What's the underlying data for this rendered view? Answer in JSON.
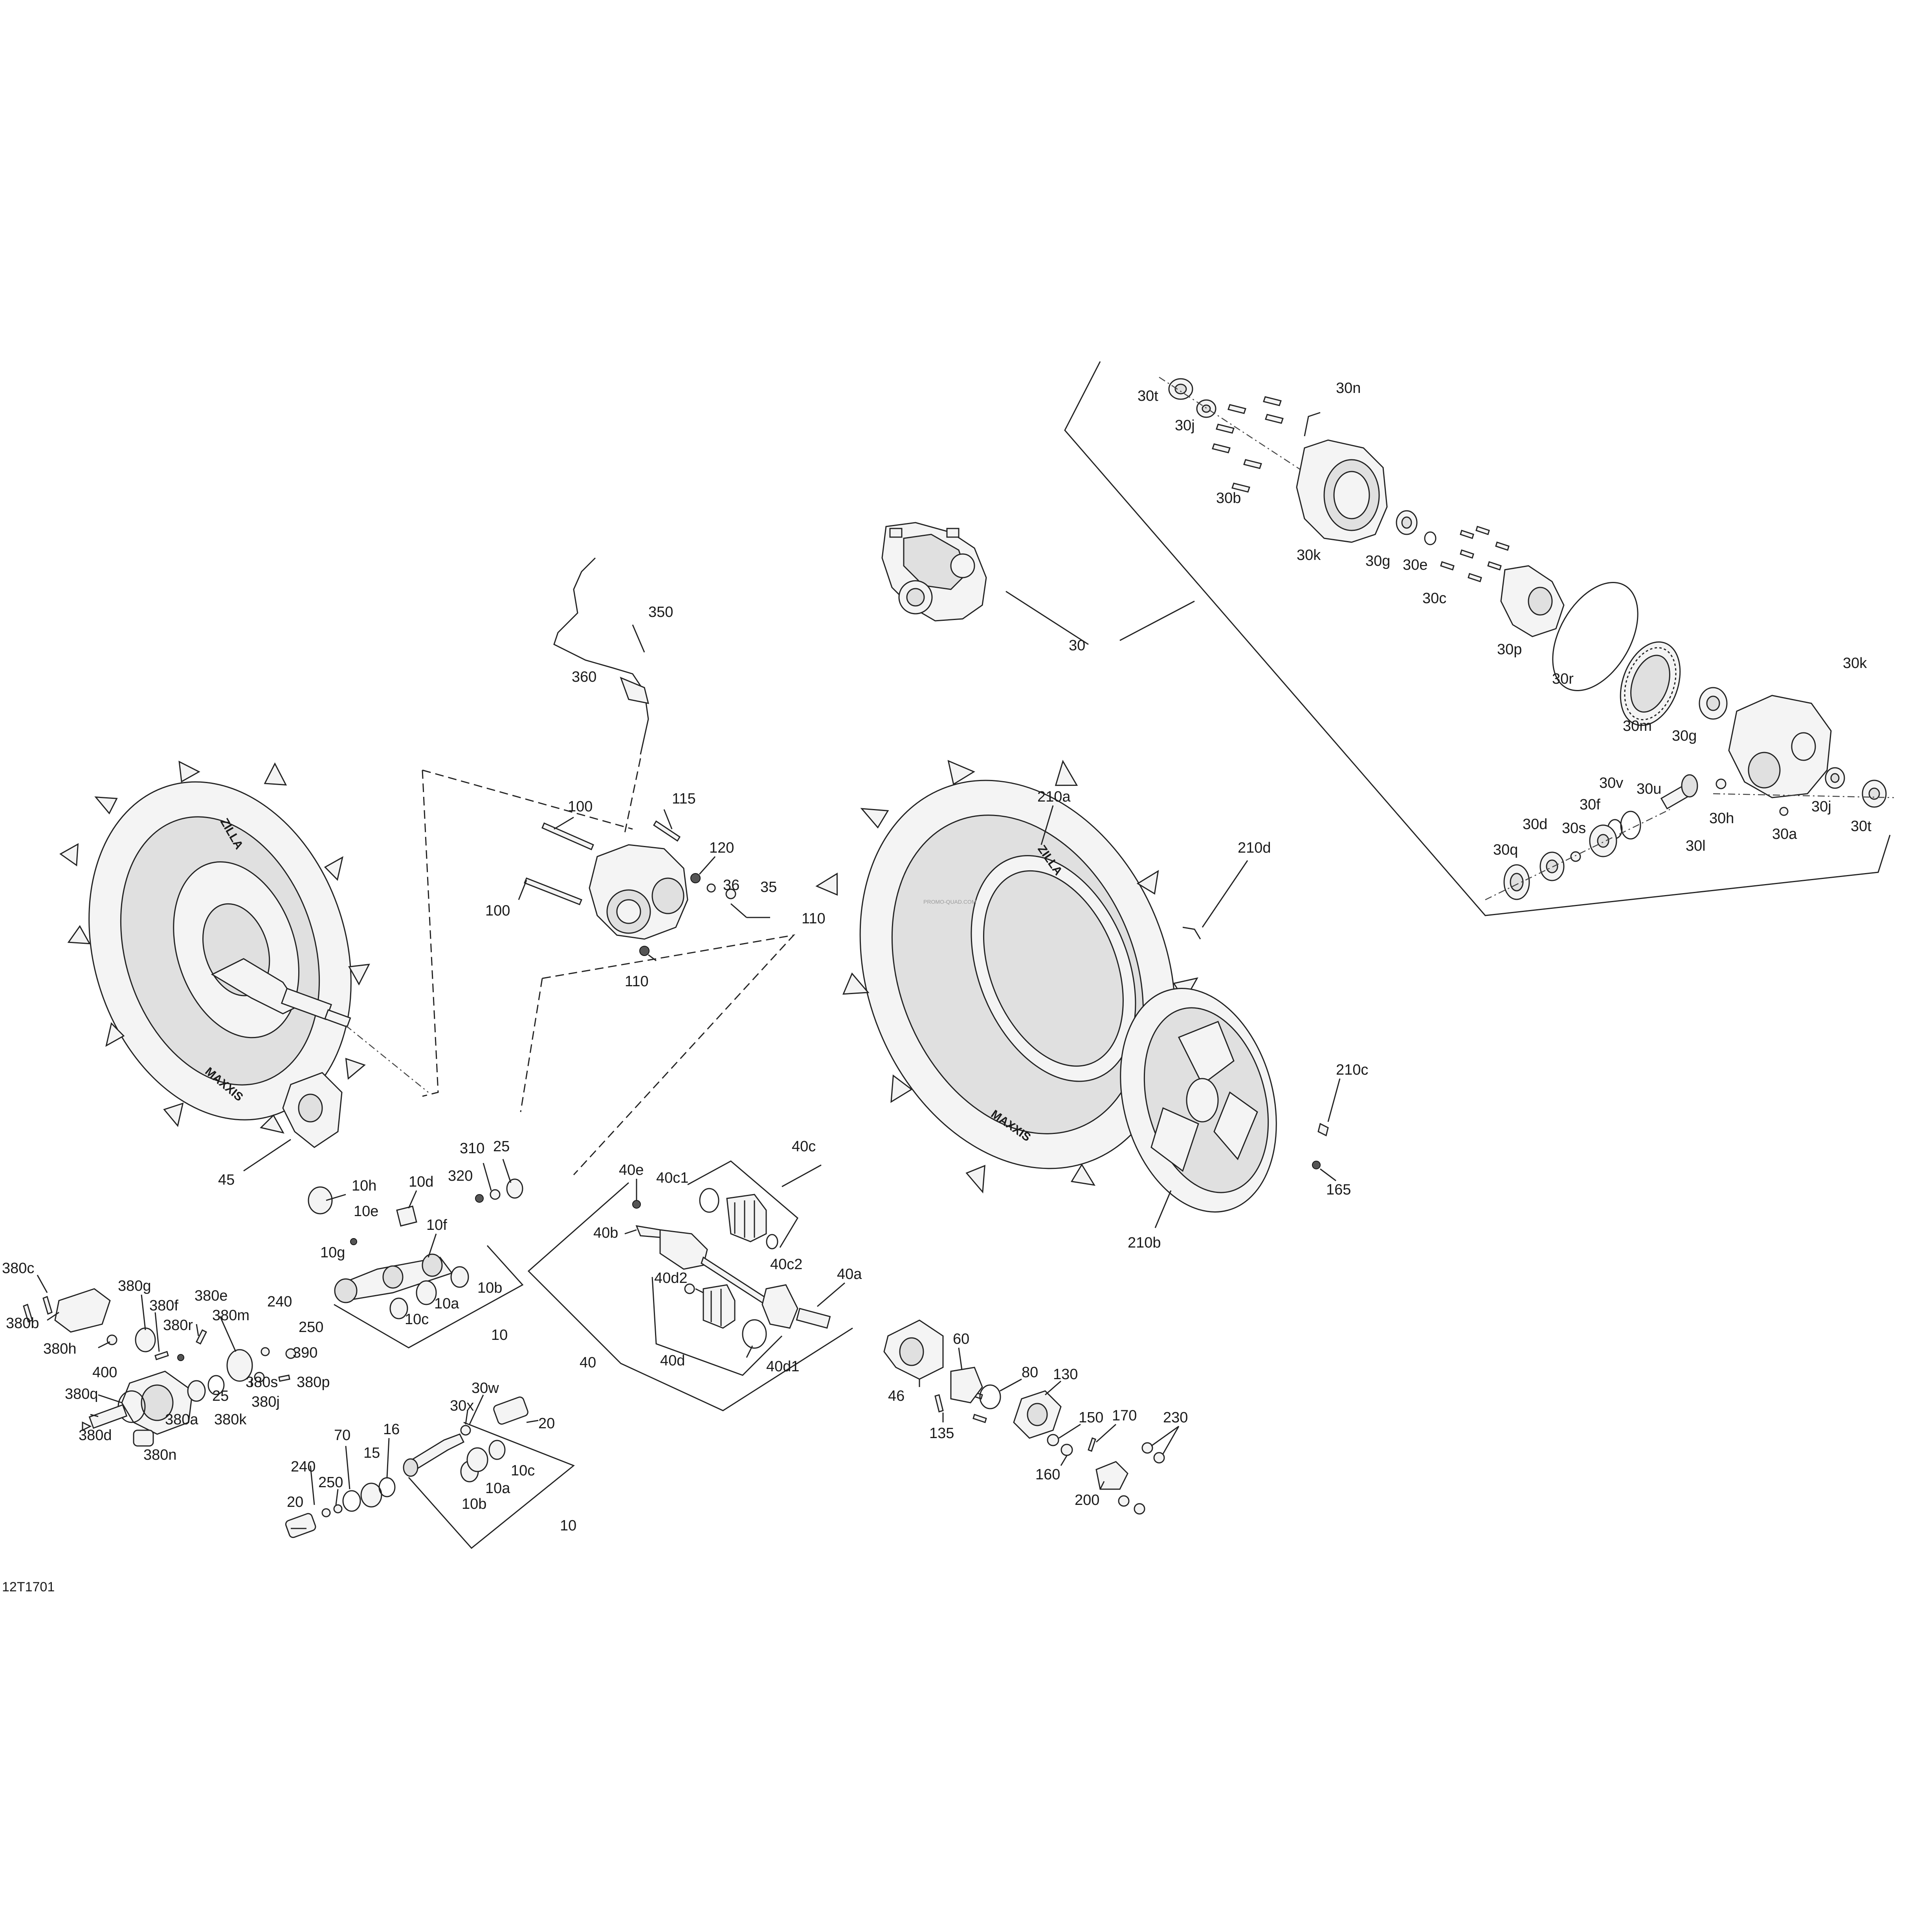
{
  "figure_code": "12T1701",
  "watermark": "PROMO-QUAD.COM",
  "tire_brand": "MAXXIS",
  "tire_model": "ZILLA",
  "callouts": {
    "c30t_top": "30t",
    "c30j_top": "30j",
    "c30n": "30n",
    "c30b": "30b",
    "c30k_top": "30k",
    "c30g_top": "30g",
    "c30e": "30e",
    "c30c": "30c",
    "c30p": "30p",
    "c30r": "30r",
    "c30m": "30m",
    "c30g_mid": "30g",
    "c30k_right": "30k",
    "c30v": "30v",
    "c30u": "30u",
    "c30f": "30f",
    "c30d": "30d",
    "c30s": "30s",
    "c30q": "30q",
    "c30l": "30l",
    "c30h": "30h",
    "c30j_right": "30j",
    "c30t_right": "30t",
    "c30a": "30a",
    "c30": "30",
    "c350": "350",
    "c360": "360",
    "c100_top": "100",
    "c100_left": "100",
    "c115": "115",
    "c120": "120",
    "c36": "36",
    "c35": "35",
    "c110_right": "110",
    "c110_bottom": "110",
    "c45": "45",
    "c310": "310",
    "c25_top": "25",
    "c320": "320",
    "c10h": "10h",
    "c10d": "10d",
    "c10e": "10e",
    "c10f": "10f",
    "c10g": "10g",
    "c10b_top": "10b",
    "c10a_top": "10a",
    "c10c_top": "10c",
    "c10_top": "10",
    "c380c": "380c",
    "c380b": "380b",
    "c380h": "380h",
    "c380g": "380g",
    "c380f": "380f",
    "c380e": "380e",
    "c380r": "380r",
    "c380m": "380m",
    "c240_top": "240",
    "c250_top": "250",
    "c390": "390",
    "c380s": "380s",
    "c380p": "380p",
    "c380j": "380j",
    "c380k": "380k",
    "c380a": "380a",
    "c25_bottom": "25",
    "c400": "400",
    "c380q": "380q",
    "c380d": "380d",
    "c380n": "380n",
    "c30w": "30w",
    "c30x": "30x",
    "c20_right": "20",
    "c70": "70",
    "c16": "16",
    "c15": "15",
    "c240_bottom": "240",
    "c250_bottom": "250",
    "c20_left": "20",
    "c10c_bottom": "10c",
    "c10a_bottom": "10a",
    "c10b_bottom": "10b",
    "c10_bottom": "10",
    "c40e": "40e",
    "c40c1": "40c1",
    "c40c": "40c",
    "c40b": "40b",
    "c40c2": "40c2",
    "c40d2": "40d2",
    "c40a": "40a",
    "c40d": "40d",
    "c40d1": "40d1",
    "c40": "40",
    "c210a": "210a",
    "c210d": "210d",
    "c210c": "210c",
    "c165": "165",
    "c210b": "210b",
    "c46": "46",
    "c60": "60",
    "c80": "80",
    "c130": "130",
    "c135": "135",
    "c150": "150",
    "c160": "160",
    "c170": "170",
    "c200": "200",
    "c230": "230"
  }
}
